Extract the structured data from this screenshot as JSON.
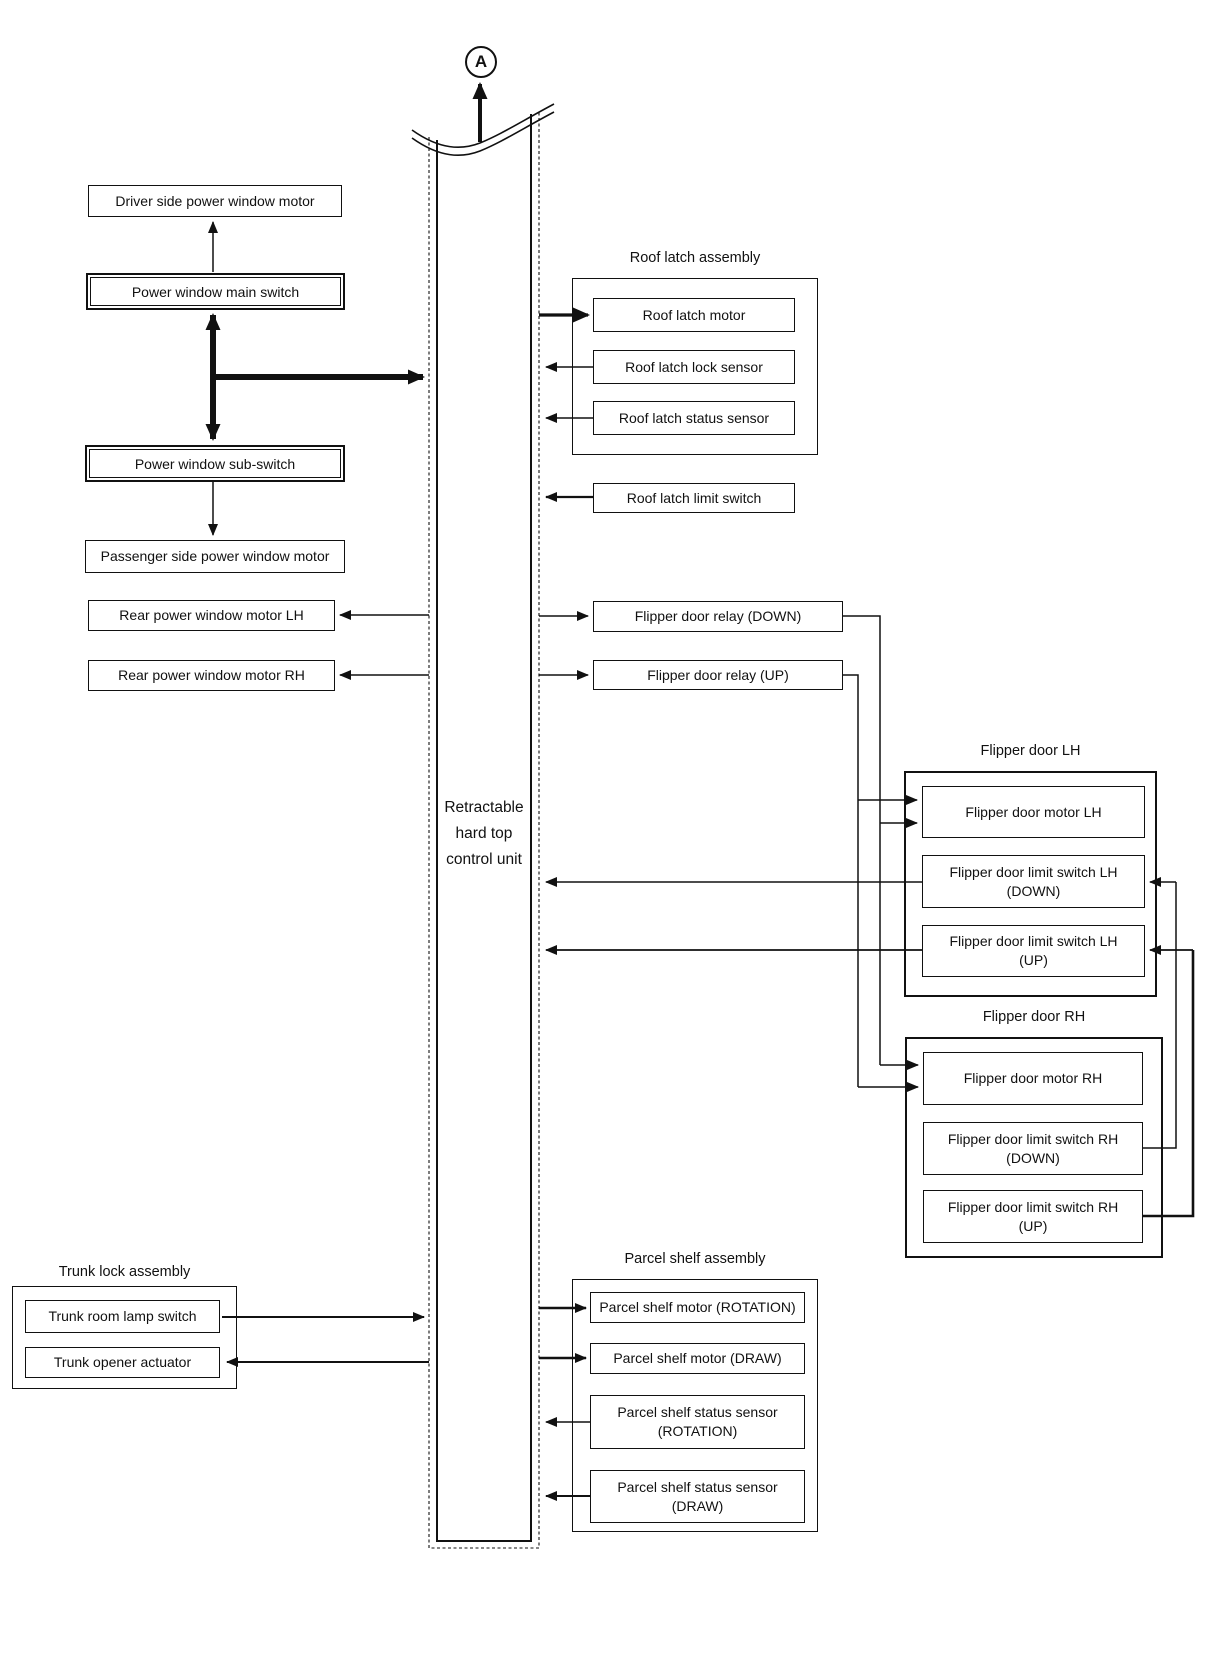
{
  "colors": {
    "ink": "#111111",
    "paper": "#ffffff"
  },
  "connector": {
    "label": "A"
  },
  "control_unit": {
    "line1": "Retractable",
    "line2": "hard top",
    "line3": "control unit"
  },
  "left": {
    "driver_motor": "Driver side power window motor",
    "main_switch": "Power window main switch",
    "sub_switch": "Power window sub-switch",
    "passenger_motor": "Passenger side power window motor",
    "rear_lh": "Rear power window motor LH",
    "rear_rh": "Rear power window motor RH",
    "trunk": {
      "title": "Trunk lock assembly",
      "lamp_switch": "Trunk room lamp switch",
      "opener": "Trunk opener actuator"
    }
  },
  "right": {
    "roof": {
      "title": "Roof latch assembly",
      "motor": "Roof latch motor",
      "lock_sensor": "Roof latch lock sensor",
      "status_sensor": "Roof latch status sensor"
    },
    "limit_switch": "Roof latch limit switch",
    "relay_down": "Flipper door relay (DOWN)",
    "relay_up": "Flipper door relay (UP)",
    "flipper_lh": {
      "title": "Flipper door LH",
      "motor": "Flipper door motor LH",
      "limit_down1": "Flipper door limit switch LH",
      "limit_down2": "(DOWN)",
      "limit_up1": "Flipper door limit switch LH",
      "limit_up2": "(UP)"
    },
    "flipper_rh": {
      "title": "Flipper door RH",
      "motor": "Flipper door motor RH",
      "limit_down1": "Flipper door limit switch RH",
      "limit_down2": "(DOWN)",
      "limit_up1": "Flipper door limit switch RH",
      "limit_up2": "(UP)"
    },
    "parcel": {
      "title": "Parcel shelf  assembly",
      "motor_rotation": "Parcel shelf motor (ROTATION)",
      "motor_draw": "Parcel shelf motor (DRAW)",
      "sensor_rotation1": "Parcel shelf status sensor",
      "sensor_rotation2": "(ROTATION)",
      "sensor_draw1": "Parcel shelf status sensor",
      "sensor_draw2": "(DRAW)"
    }
  }
}
